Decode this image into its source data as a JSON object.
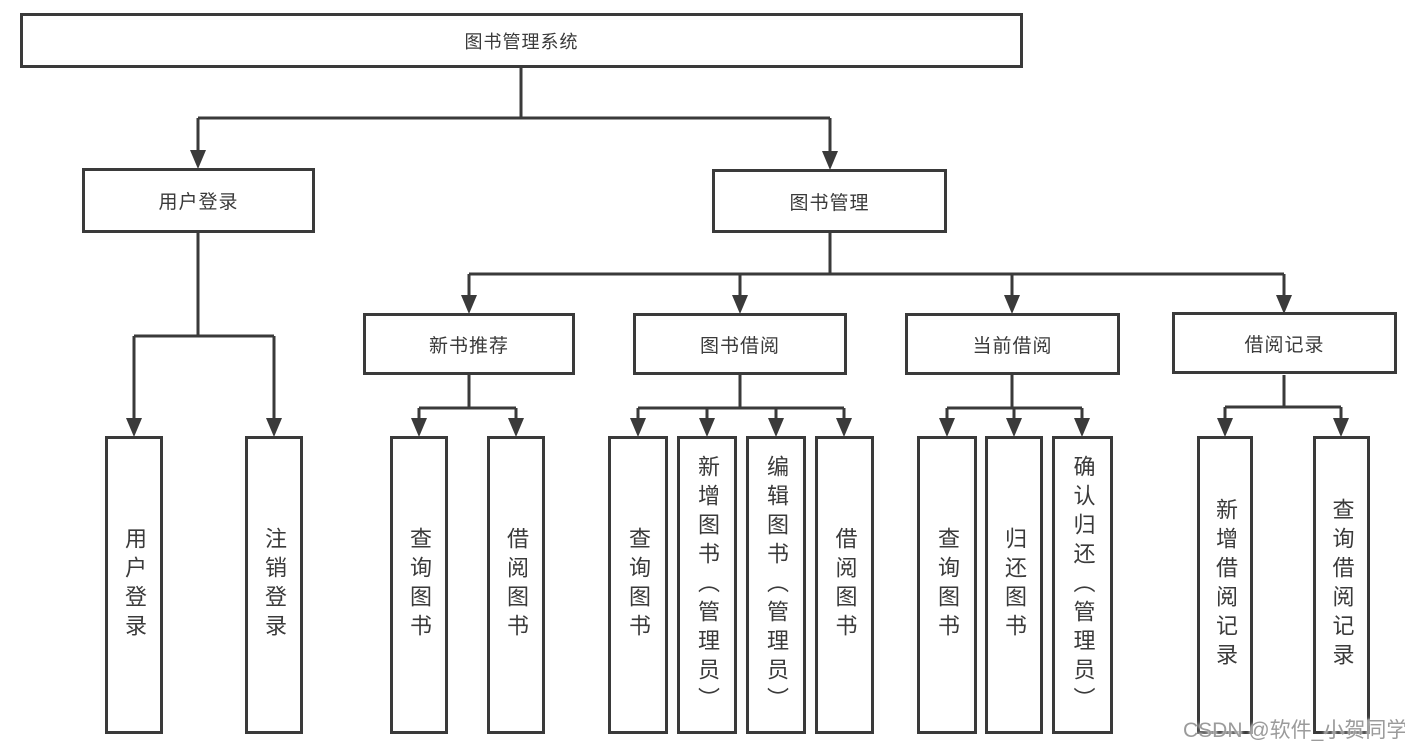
{
  "nodes": {
    "root": "图书管理系统",
    "branches": [
      "用户登录",
      "图书管理"
    ],
    "sections": [
      "新书推荐",
      "图书借阅",
      "当前借阅",
      "借阅记录"
    ],
    "leaves": [
      "用户登录",
      "注销登录",
      "查询图书",
      "借阅图书",
      "查询图书",
      "新增图书（管理员）",
      "编辑图书（管理员）",
      "借阅图书",
      "查询图书",
      "归还图书",
      "确认归还（管理员）",
      "新增借阅记录",
      "查询借阅记录"
    ]
  },
  "watermark": "CSDN @软件_小贺同学",
  "colors": {
    "line": "#3a3a3a",
    "text": "#3a3a3a",
    "watermark": "#9b9b9b",
    "background": "#ffffff"
  }
}
